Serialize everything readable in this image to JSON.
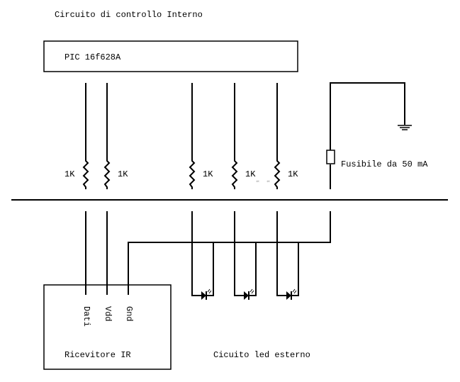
{
  "title": "Circuito di controllo Interno",
  "mcu": {
    "label": "PIC 16f628A"
  },
  "resistors": [
    {
      "id": "r1",
      "label": "1K"
    },
    {
      "id": "r2",
      "label": "1K"
    },
    {
      "id": "r3",
      "label": "1K"
    },
    {
      "id": "r4",
      "label": "1K"
    },
    {
      "id": "r5",
      "label": "1K"
    }
  ],
  "tiny_labels": [
    "1K",
    "1K"
  ],
  "fuse": {
    "label": "Fusibile da 50 mA"
  },
  "ir_receiver": {
    "label": "Ricevitore IR",
    "pins": [
      "Dati",
      "Vdd",
      "Gnd"
    ]
  },
  "led_circuit": {
    "label": "Cicuito led esterno",
    "led_count": 3
  }
}
